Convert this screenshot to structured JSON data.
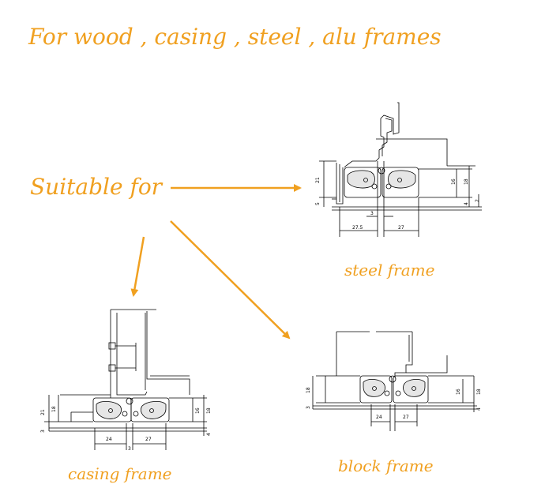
{
  "title": "For wood , casing , steel , alu frames",
  "suitable_label": "Suitable for",
  "captions": {
    "steel": "steel frame",
    "casing": "casing frame",
    "block": "block frame"
  },
  "dimensions": {
    "steel": [
      "21",
      "16",
      "18",
      "5",
      "4",
      "2",
      "3",
      "27.5",
      "27"
    ],
    "casing": [
      "21",
      "18",
      "16",
      "18",
      "3",
      "4",
      "24",
      "27",
      "3"
    ],
    "block": [
      "18",
      "16",
      "18",
      "3",
      "4",
      "24",
      "27"
    ]
  },
  "colors": {
    "accent": "#f0a020",
    "line": "#000000"
  }
}
